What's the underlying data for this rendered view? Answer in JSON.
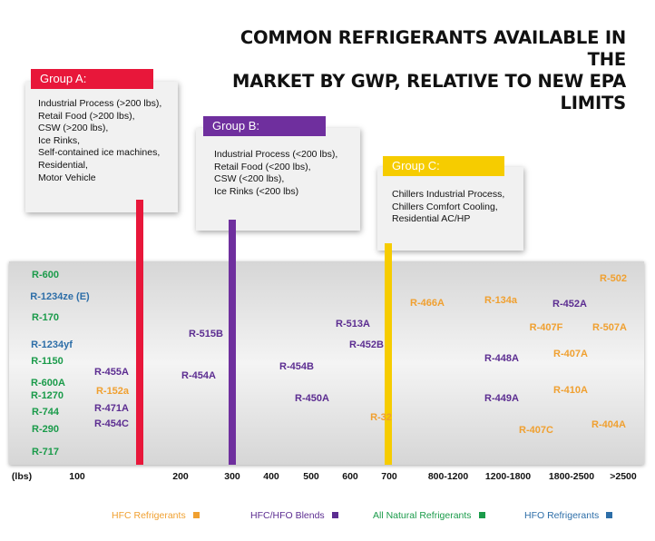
{
  "title_lines": [
    "COMMON REFRIGERANTS AVAILABLE IN THE",
    "MARKET BY GWP, RELATIVE TO NEW EPA LIMITS"
  ],
  "colors": {
    "hfc": "#f0a030",
    "blend": "#5c2d91",
    "natural": "#1a9b4a",
    "hfo": "#2d6ea8",
    "group_a": "#e8173a",
    "group_b": "#6f2f9e",
    "group_c": "#f6cc00"
  },
  "groups": {
    "a": {
      "label": "Group A:",
      "items": [
        "Industrial Process (>200 lbs),",
        "Retail Food (>200 lbs),",
        "CSW (>200 lbs),",
        "Ice Rinks,",
        "Self-contained ice machines,",
        "Residential,",
        "Motor Vehicle"
      ]
    },
    "b": {
      "label": "Group B:",
      "items": [
        "Industrial Process (<200 lbs),",
        "Retail Food (<200 lbs),",
        "CSW (<200 lbs),",
        "Ice Rinks (<200 lbs)"
      ]
    },
    "c": {
      "label": "Group C:",
      "items": [
        "Chillers Industrial Process,",
        "Chillers Comfort Cooling,",
        "Residential AC/HP"
      ]
    }
  },
  "chart_data": {
    "type": "scatter",
    "title": "COMMON REFRIGERANTS AVAILABLE IN THE MARKET BY GWP, RELATIVE TO NEW EPA LIMITS",
    "x_unit_label": "(lbs)",
    "x_ticks": [
      "100",
      "200",
      "300",
      "400",
      "500",
      "600",
      "700",
      "800-1200",
      "1200-1800",
      "1800-2500",
      ">2500"
    ],
    "limits": [
      {
        "group": "Group A",
        "position": "150"
      },
      {
        "group": "Group B",
        "position": "300"
      },
      {
        "group": "Group C",
        "position": "700"
      }
    ],
    "refrigerants": [
      {
        "name": "R-600",
        "type": "All Natural Refrigerants"
      },
      {
        "name": "R-1234ze (E)",
        "type": "HFO Refrigerants"
      },
      {
        "name": "R-170",
        "type": "All Natural Refrigerants"
      },
      {
        "name": "R-1234yf",
        "type": "HFO Refrigerants"
      },
      {
        "name": "R-1150",
        "type": "All Natural Refrigerants"
      },
      {
        "name": "R-600A",
        "type": "All Natural Refrigerants"
      },
      {
        "name": "R-1270",
        "type": "All Natural Refrigerants"
      },
      {
        "name": "R-744",
        "type": "All Natural Refrigerants"
      },
      {
        "name": "R-290",
        "type": "All Natural Refrigerants"
      },
      {
        "name": "R-717",
        "type": "All Natural Refrigerants"
      },
      {
        "name": "R-455A",
        "type": "HFC/HFO Blends"
      },
      {
        "name": "R-152a",
        "type": "HFC Refrigerants"
      },
      {
        "name": "R-471A",
        "type": "HFC/HFO Blends"
      },
      {
        "name": "R-454C",
        "type": "HFC/HFO Blends"
      },
      {
        "name": "R-515B",
        "type": "HFC/HFO Blends"
      },
      {
        "name": "R-454A",
        "type": "HFC/HFO Blends"
      },
      {
        "name": "R-454B",
        "type": "HFC/HFO Blends"
      },
      {
        "name": "R-450A",
        "type": "HFC/HFO Blends"
      },
      {
        "name": "R-513A",
        "type": "HFC/HFO Blends"
      },
      {
        "name": "R-452B",
        "type": "HFC/HFO Blends"
      },
      {
        "name": "R-32",
        "type": "HFC Refrigerants"
      },
      {
        "name": "R-466A",
        "type": "HFC Refrigerants"
      },
      {
        "name": "R-134a",
        "type": "HFC Refrigerants"
      },
      {
        "name": "R-448A",
        "type": "HFC/HFO Blends"
      },
      {
        "name": "R-449A",
        "type": "HFC/HFO Blends"
      },
      {
        "name": "R-452A",
        "type": "HFC/HFO Blends"
      },
      {
        "name": "R-407F",
        "type": "HFC Refrigerants"
      },
      {
        "name": "R-407A",
        "type": "HFC Refrigerants"
      },
      {
        "name": "R-410A",
        "type": "HFC Refrigerants"
      },
      {
        "name": "R-407C",
        "type": "HFC Refrigerants"
      },
      {
        "name": "R-502",
        "type": "HFC Refrigerants"
      },
      {
        "name": "R-507A",
        "type": "HFC Refrigerants"
      },
      {
        "name": "R-404A",
        "type": "HFC Refrigerants"
      }
    ],
    "legend": [
      {
        "name": "HFC Refrigerants",
        "color": "#f0a030"
      },
      {
        "name": "HFC/HFO Blends",
        "color": "#5c2d91"
      },
      {
        "name": "All Natural Refrigerants",
        "color": "#1a9b4a"
      },
      {
        "name": "HFO Refrigerants",
        "color": "#2d6ea8"
      }
    ]
  }
}
